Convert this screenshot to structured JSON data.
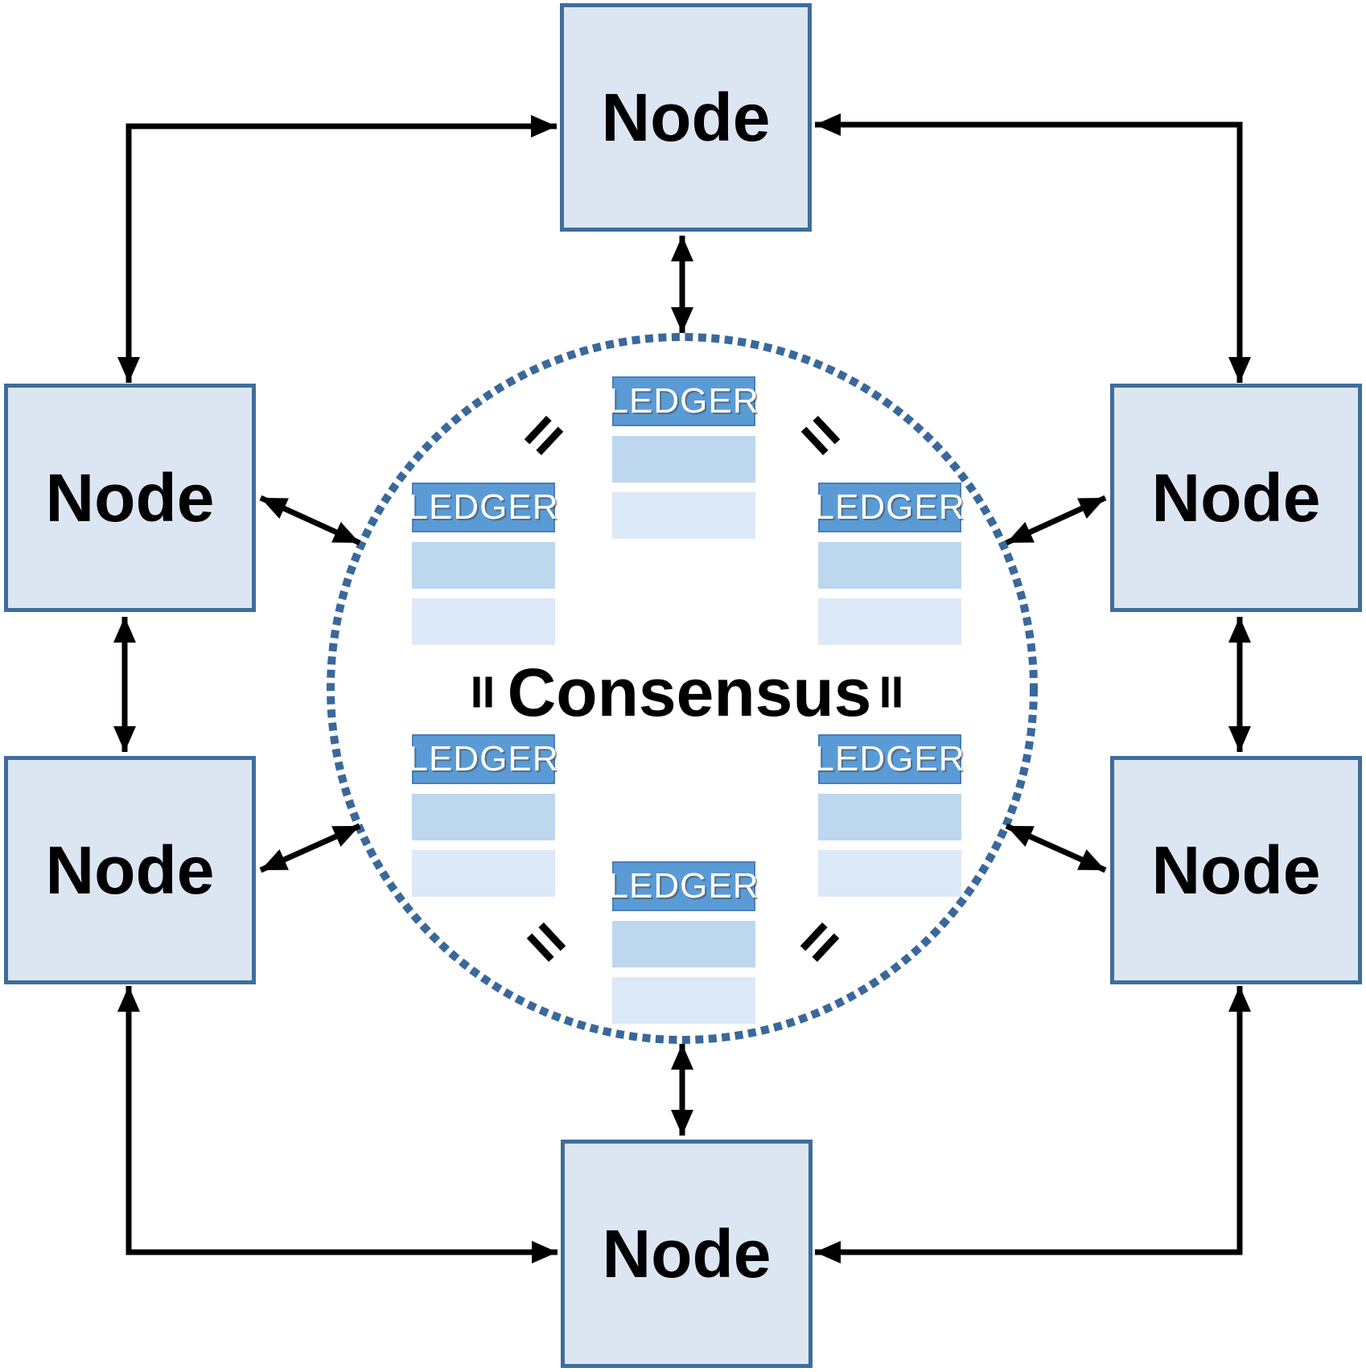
{
  "nodes": [
    {
      "id": "top",
      "label": "Node"
    },
    {
      "id": "left-upper",
      "label": "Node"
    },
    {
      "id": "right-upper",
      "label": "Node"
    },
    {
      "id": "left-lower",
      "label": "Node"
    },
    {
      "id": "right-lower",
      "label": "Node"
    },
    {
      "id": "bottom",
      "label": "Node"
    }
  ],
  "consensus_circle": {
    "label": "Consensus",
    "border_style": "dotted",
    "equals_sign_count": 6,
    "ledger_tables": [
      {
        "position": "top-center",
        "header": "LEDGER",
        "data_rows": 2
      },
      {
        "position": "upper-left",
        "header": "LEDGER",
        "data_rows": 2
      },
      {
        "position": "upper-right",
        "header": "LEDGER",
        "data_rows": 2
      },
      {
        "position": "lower-left",
        "header": "LEDGER",
        "data_rows": 2
      },
      {
        "position": "lower-right",
        "header": "LEDGER",
        "data_rows": 2
      },
      {
        "position": "bottom-center",
        "header": "LEDGER",
        "data_rows": 2
      }
    ]
  },
  "connections": {
    "corner_l_connectors": 4,
    "double_headed_arrows": 8,
    "style": "black solid lines with filled triangular arrowheads"
  },
  "colors": {
    "background": "#ffffff",
    "node_fill": "#dce6f2",
    "node_border": "#3e6d9e",
    "ledger_header_fill": "#5b9bd5",
    "ledger_header_border": "#4a7db8",
    "ledger_header_text": "#ffffff",
    "ledger_row_fill": "#bdd7ee",
    "ledger_row_alt_fill": "#dce9f7",
    "circle_dot_color": "#3a689c",
    "arrow_color": "#000000",
    "text_color": "#000000"
  }
}
